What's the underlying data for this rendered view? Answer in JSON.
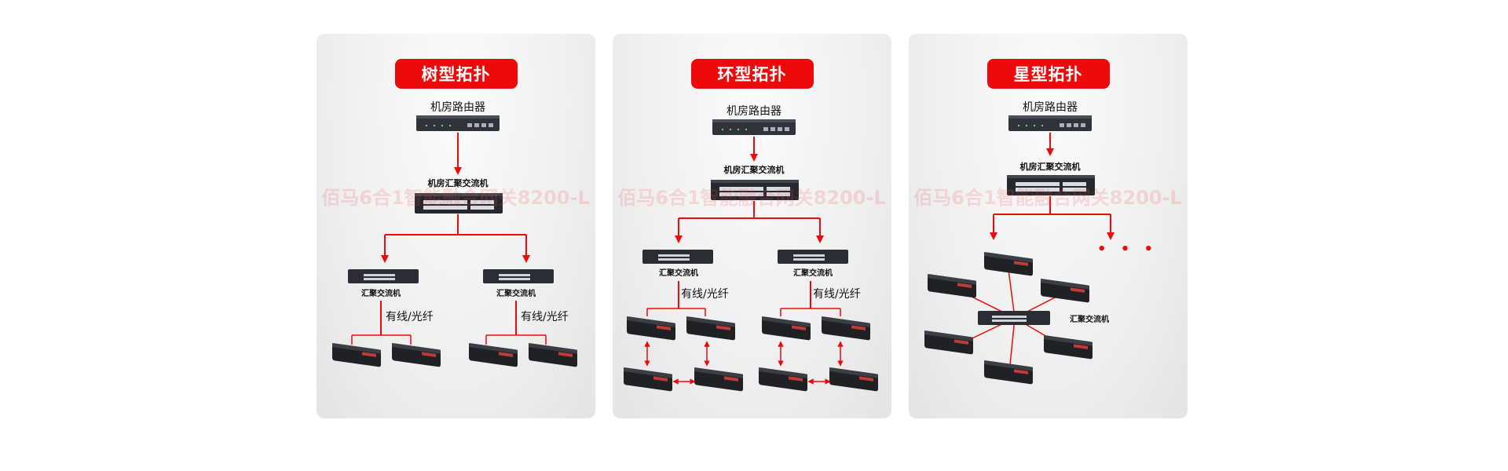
{
  "watermark": "佰马6合1智能融合网关8200-L",
  "colors": {
    "accent": "#ee0a0a",
    "device": "#2a2d31",
    "panel": "#f0f0f0"
  },
  "panels": {
    "tree": {
      "title": "树型拓扑",
      "router_label": "机房路由器",
      "core_switch_label": "机房汇聚交流机",
      "branches": [
        {
          "switch_label": "汇聚交流机",
          "link_label": "有线/光纤"
        },
        {
          "switch_label": "汇聚交流机",
          "link_label": "有线/光纤"
        }
      ]
    },
    "ring": {
      "title": "环型拓扑",
      "router_label": "机房路由器",
      "core_switch_label": "机房汇聚交流机",
      "branches": [
        {
          "switch_label": "汇聚交流机",
          "link_label": "有线/光纤"
        },
        {
          "switch_label": "汇聚交流机",
          "link_label": "有线/光纤"
        }
      ]
    },
    "star": {
      "title": "星型拓扑",
      "router_label": "机房路由器",
      "core_switch_label": "机房汇聚交流机",
      "hub_label": "汇聚交流机",
      "ellipsis": "• • •"
    }
  }
}
